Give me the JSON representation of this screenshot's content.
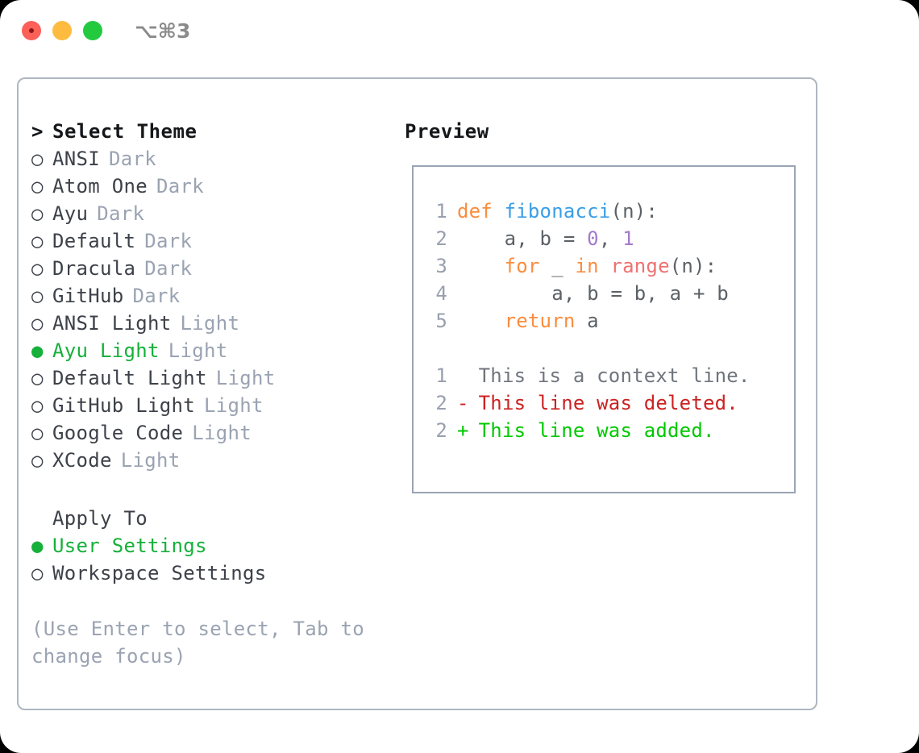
{
  "window": {
    "shortcut_label": "⌥⌘3",
    "traffic_lights": [
      "close-button",
      "minimize-button",
      "maximize-button"
    ]
  },
  "theme_list": {
    "header": "Select Theme",
    "header_marker": ">",
    "unselected_marker": "○",
    "selected_marker": "●",
    "selected_color": "#16b03a",
    "variant_color": "#9aa3b2",
    "items": [
      {
        "name": "ANSI",
        "variant": "Dark",
        "selected": false
      },
      {
        "name": "Atom One",
        "variant": "Dark",
        "selected": false
      },
      {
        "name": "Ayu",
        "variant": "Dark",
        "selected": false
      },
      {
        "name": "Default",
        "variant": "Dark",
        "selected": false
      },
      {
        "name": "Dracula",
        "variant": "Dark",
        "selected": false
      },
      {
        "name": "GitHub",
        "variant": "Dark",
        "selected": false
      },
      {
        "name": "ANSI Light",
        "variant": "Light",
        "selected": false
      },
      {
        "name": "Ayu Light",
        "variant": "Light",
        "selected": true
      },
      {
        "name": "Default Light",
        "variant": "Light",
        "selected": false
      },
      {
        "name": "GitHub Light",
        "variant": "Light",
        "selected": false
      },
      {
        "name": "Google Code",
        "variant": "Light",
        "selected": false
      },
      {
        "name": "XCode",
        "variant": "Light",
        "selected": false
      }
    ]
  },
  "apply_to": {
    "header": "Apply To",
    "items": [
      {
        "name": "User Settings",
        "selected": true
      },
      {
        "name": "Workspace Settings",
        "selected": false
      }
    ]
  },
  "hint": "(Use Enter to select, Tab to change focus)",
  "preview": {
    "header": "Preview",
    "code_lines": [
      {
        "lineno": "1",
        "tokens": [
          {
            "text": "def ",
            "type": "kw"
          },
          {
            "text": "fibonacci",
            "type": "fn"
          },
          {
            "text": "(n):",
            "type": "punct"
          }
        ]
      },
      {
        "lineno": "2",
        "tokens": [
          {
            "text": "    a, b = ",
            "type": "var"
          },
          {
            "text": "0",
            "type": "num"
          },
          {
            "text": ", ",
            "type": "punct"
          },
          {
            "text": "1",
            "type": "num"
          }
        ]
      },
      {
        "lineno": "3",
        "tokens": [
          {
            "text": "    ",
            "type": "var"
          },
          {
            "text": "for",
            "type": "kw"
          },
          {
            "text": " _ ",
            "type": "var"
          },
          {
            "text": "in",
            "type": "kw"
          },
          {
            "text": " ",
            "type": "var"
          },
          {
            "text": "range",
            "type": "builtin"
          },
          {
            "text": "(n):",
            "type": "punct"
          }
        ]
      },
      {
        "lineno": "4",
        "tokens": [
          {
            "text": "        a, b = b, a + b",
            "type": "var"
          }
        ]
      },
      {
        "lineno": "5",
        "tokens": [
          {
            "text": "    ",
            "type": "var"
          },
          {
            "text": "return",
            "type": "kw"
          },
          {
            "text": " a",
            "type": "var"
          }
        ]
      }
    ],
    "diff_lines": [
      {
        "lineno": "1",
        "marker": " ",
        "text": " This is a context line.",
        "kind": "context"
      },
      {
        "lineno": "2",
        "marker": "-",
        "text": " This line was deleted.",
        "kind": "del"
      },
      {
        "lineno": "2",
        "marker": "+",
        "text": " This line was added.",
        "kind": "add"
      }
    ]
  }
}
